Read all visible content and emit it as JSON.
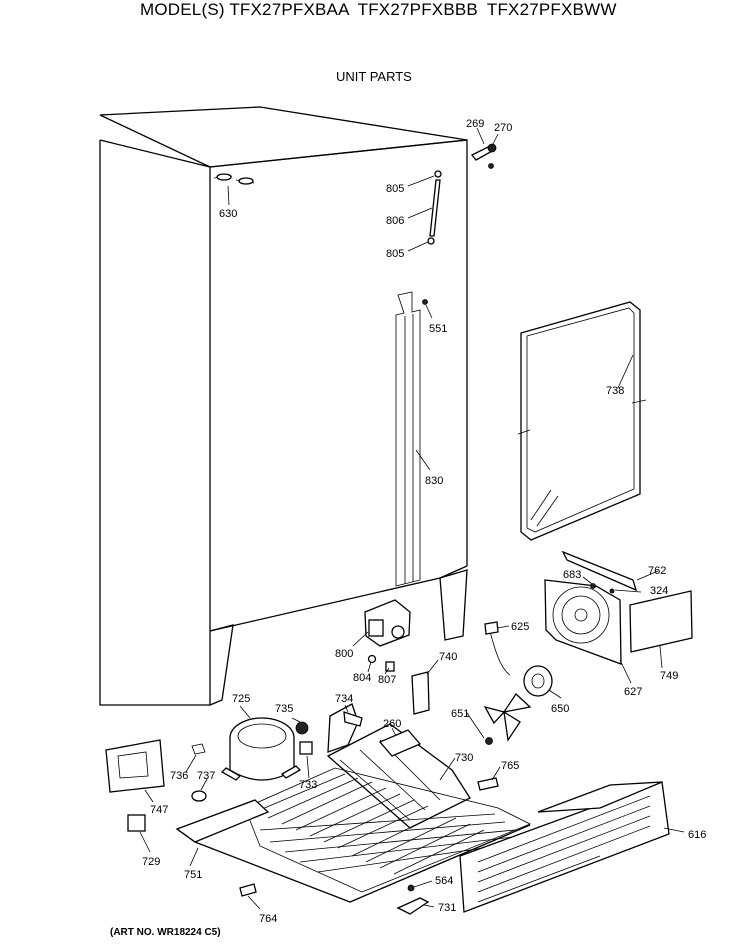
{
  "header": {
    "models_label": "MODEL(S)",
    "models": [
      "TFX27PFXBAA",
      "TFX27PFXBBB",
      "TFX27PFXBWW"
    ]
  },
  "subtitle": "UNIT PARTS",
  "art_number": "(ART NO. WR18224 C5)",
  "parts": [
    {
      "num": "269"
    },
    {
      "num": "270"
    },
    {
      "num": "805"
    },
    {
      "num": "806"
    },
    {
      "num": "805"
    },
    {
      "num": "630"
    },
    {
      "num": "551"
    },
    {
      "num": "738"
    },
    {
      "num": "830"
    },
    {
      "num": "762"
    },
    {
      "num": "683"
    },
    {
      "num": "324"
    },
    {
      "num": "625"
    },
    {
      "num": "800"
    },
    {
      "num": "740"
    },
    {
      "num": "804"
    },
    {
      "num": "807"
    },
    {
      "num": "650"
    },
    {
      "num": "627"
    },
    {
      "num": "749"
    },
    {
      "num": "725"
    },
    {
      "num": "735"
    },
    {
      "num": "734"
    },
    {
      "num": "260"
    },
    {
      "num": "651"
    },
    {
      "num": "730"
    },
    {
      "num": "765"
    },
    {
      "num": "736"
    },
    {
      "num": "737"
    },
    {
      "num": "733"
    },
    {
      "num": "747"
    },
    {
      "num": "616"
    },
    {
      "num": "729"
    },
    {
      "num": "751"
    },
    {
      "num": "564"
    },
    {
      "num": "764"
    },
    {
      "num": "731"
    }
  ]
}
